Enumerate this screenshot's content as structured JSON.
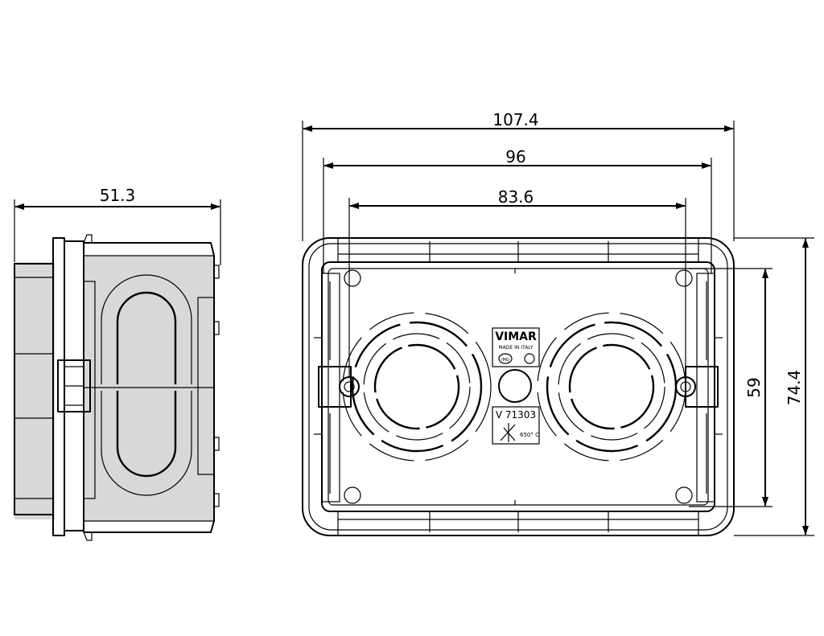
{
  "dimensions": {
    "side_depth": "51.3",
    "overall_width": "107.4",
    "inner_width": "96",
    "screw_spacing": "83.6",
    "inner_height": "59",
    "overall_height": "74.4"
  },
  "markings": {
    "brand": "VIMAR",
    "made_in": "MADE IN ITALY",
    "cert_mark": "IMQ",
    "product_code": "V 71303",
    "glow_wire_rating": "650° C"
  }
}
